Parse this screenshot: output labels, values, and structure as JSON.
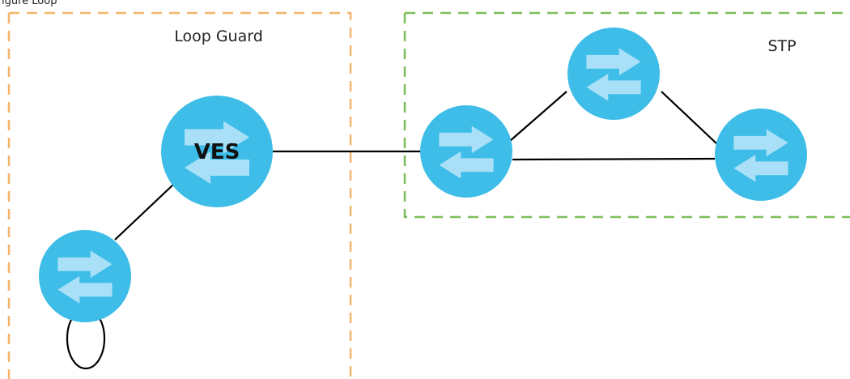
{
  "figure": {
    "caption_fragment": "igure Loop"
  },
  "regions": {
    "loop_guard": {
      "label": "Loop Guard",
      "border_color": "#F2B56B"
    },
    "stp": {
      "label": "STP",
      "border_color": "#7DBE5A"
    }
  },
  "devices": {
    "ves": {
      "label": "VES",
      "icon": "network-switch-icon"
    },
    "left_switch": {
      "icon": "network-switch-icon"
    },
    "stp_left": {
      "icon": "network-switch-icon"
    },
    "stp_top": {
      "icon": "network-switch-icon"
    },
    "stp_right": {
      "icon": "network-switch-icon"
    }
  },
  "colors": {
    "switch_fill": "#3DBDE8",
    "arrow_fill": "#A9E0F7",
    "link": "#000000"
  }
}
